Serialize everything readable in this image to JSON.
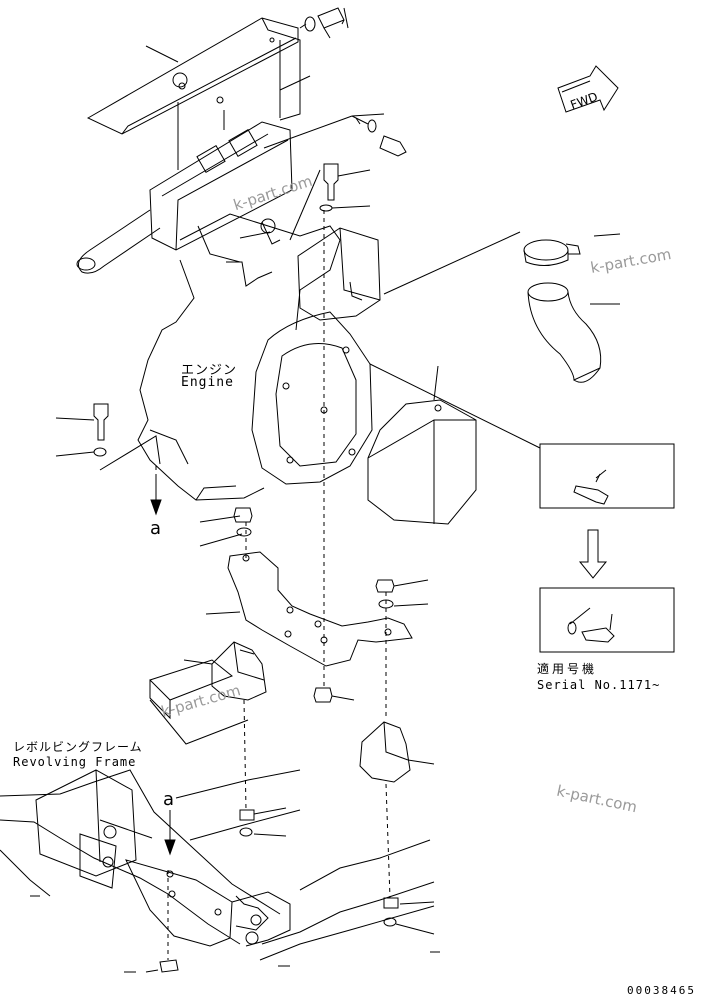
{
  "labels": {
    "engine_jp": "エンジン",
    "engine_en": "Engine",
    "frame_jp": "レボルビングフレーム",
    "frame_en": "Revolving Frame",
    "serial_jp": "適用号機",
    "serial_en": "Serial No.1171~",
    "view_a_top": "a",
    "view_a_bottom": "a",
    "fwd": "FWD"
  },
  "watermark": "k-part.com",
  "doc_number": "00038465",
  "colors": {
    "line": "#000000",
    "watermark": "#9a9a9a",
    "background": "#ffffff"
  }
}
